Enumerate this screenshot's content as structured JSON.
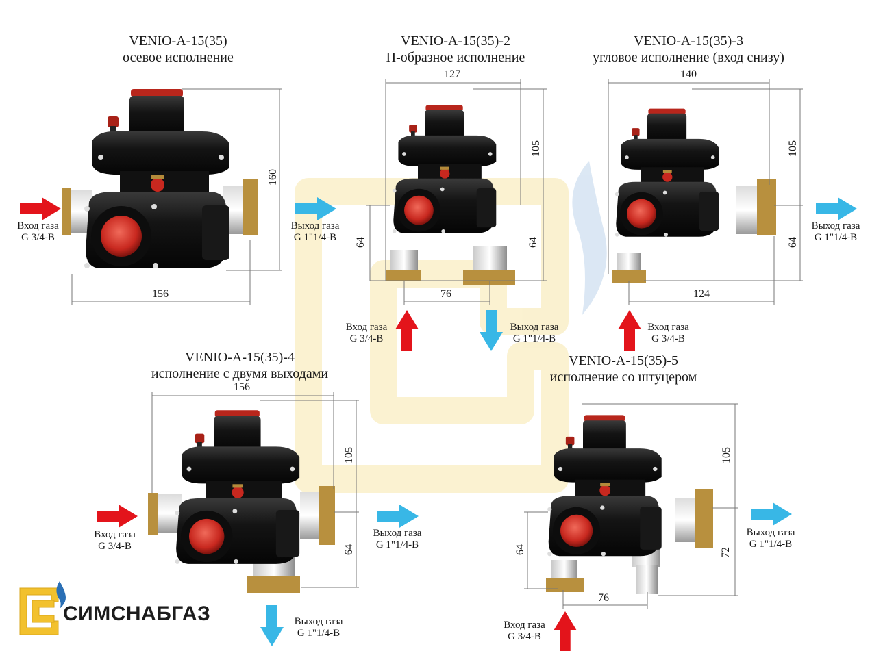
{
  "colors": {
    "inlet_arrow": "#e3141b",
    "outlet_arrow": "#38b7e6",
    "body": "#161616",
    "cap": "#c8281f",
    "brass": "#b8903e",
    "logo_yellow": "#f2c12e",
    "logo_blue": "#2a6fb5"
  },
  "variants": [
    {
      "id": "v1",
      "model": "VENIO-A-15(35)",
      "subtitle": "осевое исполнение",
      "inlet": {
        "label": "Вход газа",
        "thread": "G 3/4-B"
      },
      "outlet": {
        "label": "Выход газа",
        "thread": "G 1\"1/4-B"
      },
      "dims": {
        "width": "156",
        "height": "160"
      }
    },
    {
      "id": "v2",
      "model": "VENIO-A-15(35)-2",
      "subtitle": "П-образное исполнение",
      "inlet": {
        "label": "Вход газа",
        "thread": "G 3/4-B"
      },
      "outlet": {
        "label": "Выход газа",
        "thread": "G 1\"1/4-B"
      },
      "dims": {
        "width": "127",
        "height_top": "105",
        "left_low": "64",
        "right_low": "64",
        "spacing": "76"
      }
    },
    {
      "id": "v3",
      "model": "VENIO-A-15(35)-3",
      "subtitle": "угловое исполнение (вход снизу)",
      "inlet": {
        "label": "Вход газа",
        "thread": "G 3/4-B"
      },
      "outlet": {
        "label": "Выход газа",
        "thread": "G 1\"1/4-B"
      },
      "dims": {
        "width": "140",
        "height_top": "105",
        "right_low": "64",
        "bottom": "124"
      }
    },
    {
      "id": "v4",
      "model": "VENIO-A-15(35)-4",
      "subtitle": "исполнение с двумя выходами",
      "inlet": {
        "label": "Вход газа",
        "thread": "G 3/4-B"
      },
      "outlet": {
        "label": "Выход газа",
        "thread": "G 1\"1/4-B"
      },
      "outlet2": {
        "label": "Выход газа",
        "thread": "G 1\"1/4-B"
      },
      "dims": {
        "width": "156",
        "height_top": "105",
        "right_low": "64"
      }
    },
    {
      "id": "v5",
      "model": "VENIO-A-15(35)-5",
      "subtitle": "исполнение со штуцером",
      "inlet": {
        "label": "Вход газа",
        "thread": "G 3/4-B"
      },
      "outlet": {
        "label": "Выход газа",
        "thread": "G 1\"1/4-B"
      },
      "dims": {
        "height_top": "105",
        "left_low": "64",
        "right_low": "72",
        "spacing": "76"
      }
    }
  ],
  "brand": {
    "name": "СИМСНАБГАЗ",
    "icon": "simsnabgaz-logo-icon"
  }
}
